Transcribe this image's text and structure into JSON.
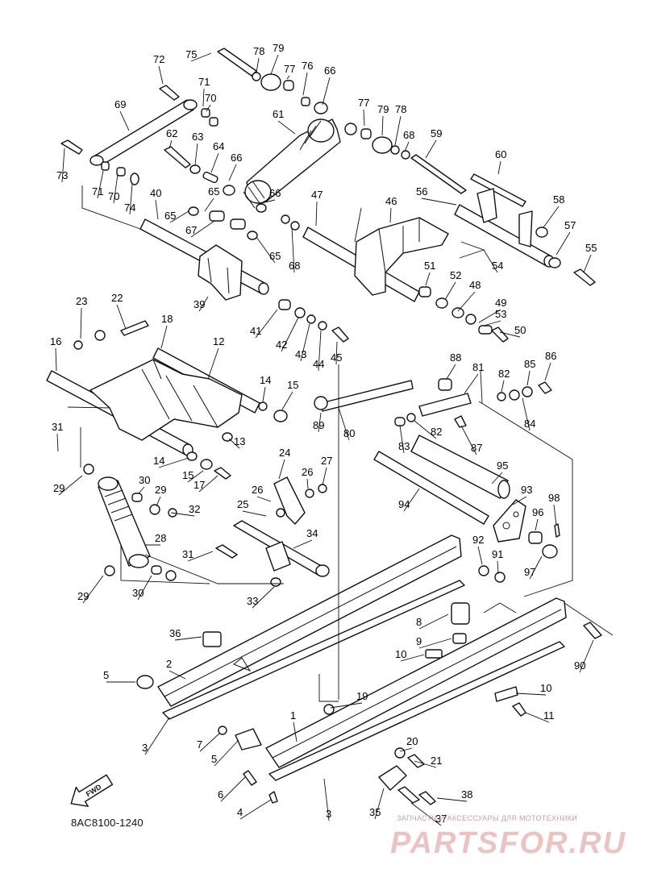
{
  "diagram": {
    "code": "8AC8100-1240",
    "direction_label": "FWD",
    "watermark": {
      "tagline": "ЗАПЧАСТИ И АКСЕССУАРЫ ДЛЯ МОТОТЕХНИКИ",
      "logo": "PARTSFOR.RU"
    },
    "callouts": [
      "1",
      "2",
      "3",
      "3",
      "4",
      "5",
      "5",
      "6",
      "7",
      "8",
      "9",
      "10",
      "10",
      "11",
      "12",
      "13",
      "14",
      "14",
      "15",
      "15",
      "16",
      "17",
      "18",
      "19",
      "20",
      "21",
      "22",
      "23",
      "24",
      "25",
      "26",
      "26",
      "27",
      "28",
      "29",
      "29",
      "29",
      "30",
      "30",
      "31",
      "31",
      "32",
      "33",
      "34",
      "35",
      "36",
      "37",
      "38",
      "39",
      "40",
      "41",
      "42",
      "43",
      "44",
      "45",
      "46",
      "47",
      "48",
      "49",
      "50",
      "51",
      "52",
      "53",
      "54",
      "55",
      "56",
      "57",
      "58",
      "59",
      "60",
      "61",
      "62",
      "63",
      "64",
      "65",
      "65",
      "65",
      "66",
      "66",
      "66",
      "67",
      "68",
      "68",
      "69",
      "70",
      "70",
      "71",
      "71",
      "72",
      "73",
      "74",
      "75",
      "76",
      "77",
      "77",
      "78",
      "78",
      "79",
      "79",
      "80",
      "81",
      "82",
      "82",
      "83",
      "84",
      "85",
      "86",
      "87",
      "88",
      "89",
      "90",
      "91",
      "92",
      "93",
      "94",
      "95",
      "96",
      "97",
      "98"
    ]
  }
}
